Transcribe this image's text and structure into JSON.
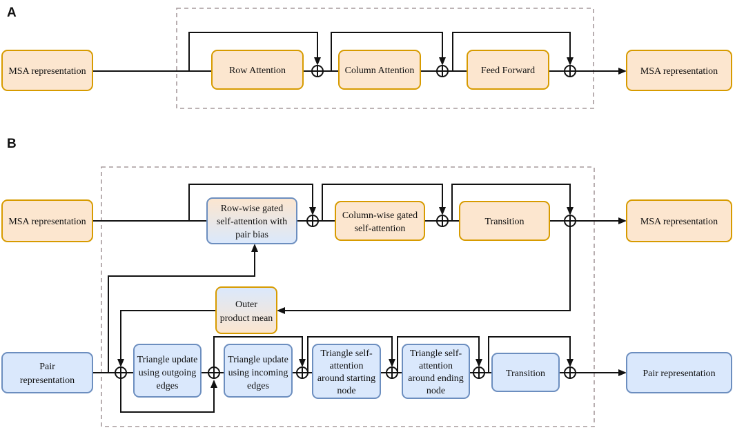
{
  "panels": {
    "a": "A",
    "b": "B"
  },
  "panel_a": {
    "input": "MSA representation",
    "row_attention": "Row Attention",
    "column_attention": "Column Attention",
    "feed_forward": "Feed Forward",
    "output": "MSA representation"
  },
  "panel_b": {
    "msa_input": "MSA representation",
    "row_gated": [
      "Row-wise gated",
      "self-attention with",
      "pair bias"
    ],
    "column_gated": [
      "Column-wise gated",
      "self-attention"
    ],
    "msa_transition": "Transition",
    "msa_output": "MSA representation",
    "outer_product": [
      "Outer",
      "product mean"
    ],
    "pair_input": [
      "Pair",
      "representation"
    ],
    "tri_outgoing": [
      "Triangle update",
      "using outgoing",
      "edges"
    ],
    "tri_incoming": [
      "Triangle update",
      "using incoming",
      "edges"
    ],
    "tri_att_start": [
      "Triangle self-",
      "attention",
      "around starting",
      "node"
    ],
    "tri_att_end": [
      "Triangle self-",
      "attention",
      "around ending",
      "node"
    ],
    "pair_transition": "Transition",
    "pair_output": "Pair representation"
  },
  "colors": {
    "orange_fill": "#fce6cf",
    "orange_stroke": "#d79b00",
    "blue_fill": "#dae8fc",
    "blue_stroke": "#6c8ebf",
    "dashed_border": "#a69a9c"
  }
}
